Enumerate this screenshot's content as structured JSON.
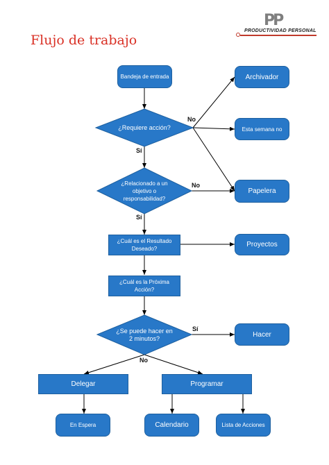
{
  "title": "Flujo de trabajo",
  "logo": {
    "mark": "PP",
    "text": "PRODUCTIVIDAD PERSONAL"
  },
  "nodes": {
    "inbox": "Bandeja de entrada",
    "q_action": "¿Requiere acción?",
    "q_related": "¿Relacionado a un objetivo o responsabilidad?",
    "q_result": "¿Cuál es el Resultado Deseado?",
    "q_next": "¿Cuál es la Próxima Acción?",
    "q_two_min": "¿Se puede hacer en 2 minutos?",
    "archive": "Archivador",
    "this_week": "Esta semana no",
    "trash": "Papelera",
    "projects": "Proyectos",
    "do_it": "Hacer",
    "delegate": "Delegar",
    "schedule": "Programar",
    "waiting": "En Espera",
    "calendar": "Calendario",
    "action_list": "Lista de Acciones"
  },
  "edge_labels": {
    "no_action": "No",
    "yes_action": "Sí",
    "no_related": "No",
    "yes_related": "Sí",
    "yes_two_min": "Sí",
    "no_two_min": "No"
  },
  "colors": {
    "node_fill": "#2878c8",
    "node_border": "#1d5f9e",
    "title": "#d93025",
    "connector": "#000000"
  }
}
